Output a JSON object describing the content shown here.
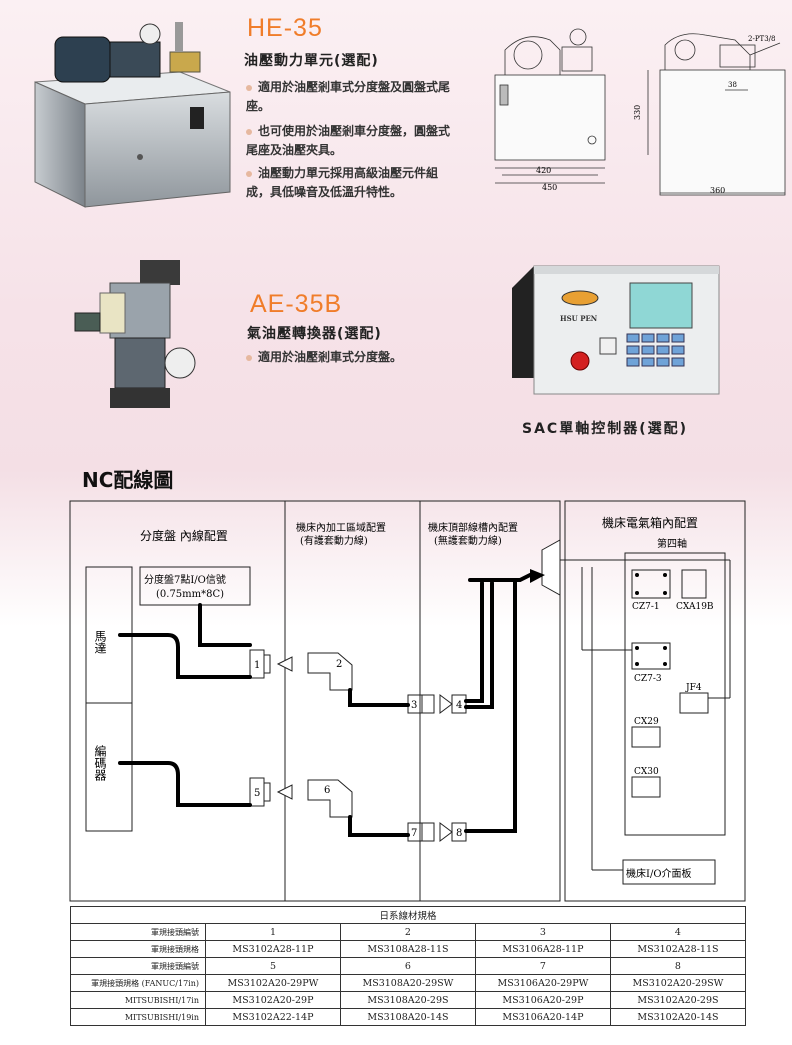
{
  "he35": {
    "title": "HE-35",
    "subtitle": "油壓動力單元(選配)",
    "bullets": [
      "適用於油壓剎車式分度盤及圓盤式尾座。",
      "也可使用於油壓剎車分度盤，圓盤式尾座及油壓夾具。",
      "油壓動力單元採用高級油壓元件組成，具低噪音及低溫升特性。"
    ],
    "dims": {
      "d420": "420",
      "d450": "450",
      "d330": "330",
      "d360": "360",
      "d38": "38",
      "pt": "2-PT3/8"
    }
  },
  "ae35b": {
    "title": "AE-35B",
    "subtitle": "氣油壓轉換器(選配)",
    "bullets": [
      "適用於油壓剎車式分度盤。"
    ]
  },
  "sac": {
    "title": "SAC單軸控制器(選配)",
    "brand": "HSU PEN"
  },
  "nc": {
    "title": "NC配線圖",
    "sec1": "分度盤 內線配置",
    "sec2a": "機床內加工區域配置",
    "sec2b": "(有護套動力線)",
    "sec3a": "機床頂部線槽內配置",
    "sec3b": "(無護套動力線)",
    "sec4": "機床電氣箱內配置",
    "axis4": "第四軸",
    "io_a": "分度盤7點I/O信號",
    "io_b": "(0.75mm*8C)",
    "motor": "馬達",
    "encoder": "編碼器",
    "n1": "1",
    "n2": "2",
    "n3": "3",
    "n4": "4",
    "n5": "5",
    "n6": "6",
    "n7": "7",
    "n8": "8",
    "cz71": "CZ7-1",
    "cxa19b": "CXA19B",
    "cz73": "CZ7-3",
    "jf4": "JF4",
    "cx29": "CX29",
    "cx30": "CX30",
    "iopanel": "機床I/O介面板"
  },
  "spec": {
    "title": "日系線材規格",
    "rows": [
      {
        "h": "軍規接頭編號",
        "c": [
          "1",
          "2",
          "3",
          "4"
        ]
      },
      {
        "h": "軍規接頭規格",
        "c": [
          "MS3102A28-11P",
          "MS3108A28-11S",
          "MS3106A28-11P",
          "MS3102A28-11S"
        ]
      },
      {
        "h": "軍規接頭編號",
        "c": [
          "5",
          "6",
          "7",
          "8"
        ]
      },
      {
        "h": "軍規接頭規格 (FANUC/17in)",
        "c": [
          "MS3102A20-29PW",
          "MS3108A20-29SW",
          "MS3106A20-29PW",
          "MS3102A20-29SW"
        ]
      },
      {
        "h": "MITSUBISHI/17in",
        "c": [
          "MS3102A20-29P",
          "MS3108A20-29S",
          "MS3106A20-29P",
          "MS3102A20-29S"
        ]
      },
      {
        "h": "MITSUBISHI/19in",
        "c": [
          "MS3102A22-14P",
          "MS3108A20-14S",
          "MS3106A20-14P",
          "MS3102A20-14S"
        ]
      }
    ]
  },
  "colors": {
    "accent": "#f07d2a",
    "panel": "#b6c5d3"
  }
}
